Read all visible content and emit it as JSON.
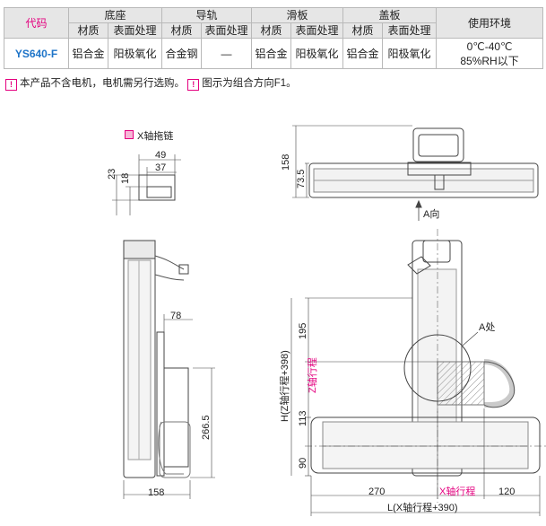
{
  "table": {
    "header1": [
      "代码",
      "底座",
      "导轨",
      "滑板",
      "盖板",
      "使用环境"
    ],
    "header2": [
      "材质",
      "表面处理",
      "材质",
      "表面处理",
      "材质",
      "表面处理",
      "材质",
      "表面处理"
    ],
    "row": {
      "code": "YS640-F",
      "cells": [
        "铝合金",
        "阳极氧化",
        "合金钢",
        "—",
        "铝合金",
        "阳极氧化",
        "铝合金",
        "阳极氧化"
      ],
      "env_line1": "0℃-40℃",
      "env_line2": "85%RH以下"
    }
  },
  "notes": {
    "note1": "本产品不含电机，电机需另行选购。",
    "note2": "图示为组合方向F1。",
    "warn_mark": "!"
  },
  "legend": {
    "label": "X轴拖链"
  },
  "dims": {
    "chain_w49": "49",
    "chain_w37": "37",
    "chain_h23": "23",
    "chain_h18": "18",
    "top_158": "158",
    "top_735": "73.5",
    "a_dir": "A向",
    "side_78": "78",
    "side_2665": "266.5",
    "side_158": "158",
    "front_195": "195",
    "front_z": "Z轴行程",
    "front_h": "H(Z轴行程+398)",
    "front_113": "113",
    "front_90": "90",
    "a_detail": "A处",
    "front_270": "270",
    "front_x": "X轴行程",
    "front_120": "120",
    "front_l": "L(X轴行程+390)"
  },
  "colors": {
    "accent": "#e4007f",
    "code": "#1e74c8",
    "line": "#555555"
  }
}
